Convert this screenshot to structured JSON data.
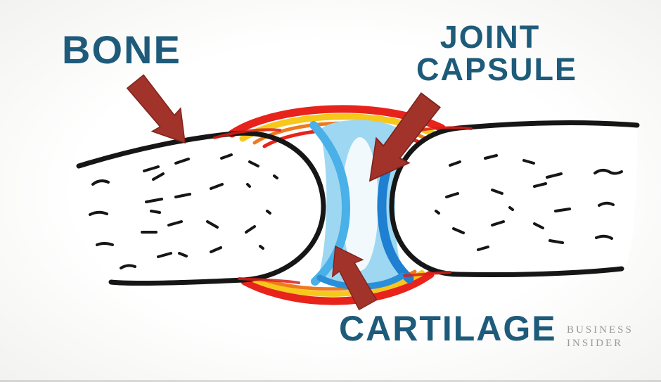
{
  "title": "Joint anatomy diagram",
  "labels": {
    "bone": "BONE",
    "joint_capsule_line1": "JOINT",
    "joint_capsule_line2": "CAPSULE",
    "cartilage": "CARTILAGE"
  },
  "watermark": {
    "line1": "BUSINESS",
    "line2": "INSIDER"
  },
  "colors": {
    "label_text": "#1e5b7a",
    "arrow_red": "#a2332a",
    "capsule_red": "#e8231b",
    "capsule_yellow": "#f6c81c",
    "capsule_orange": "#ef7a1d",
    "cartilage_blue_left": "#49b0e8",
    "cartilage_blue_right": "#1f7fd0",
    "joint_cavity_blue": "#9ed7f2",
    "bone_outline": "#161616",
    "watermark_gray": "#9a9a98"
  }
}
